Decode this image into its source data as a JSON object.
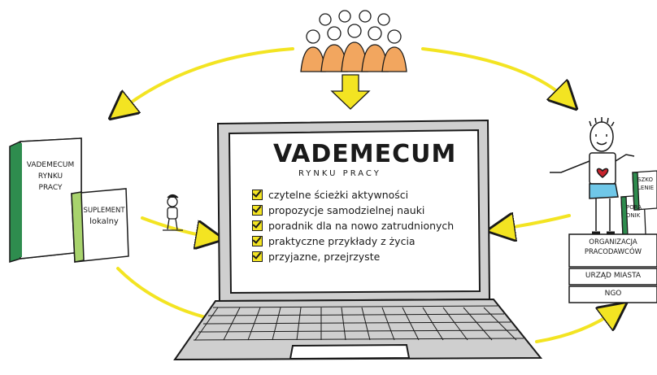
{
  "colors": {
    "arrow_yellow": "#f3e422",
    "people_orange": "#f2a65f",
    "book_green": "#2e8c4e",
    "supplement_green": "#a8d36d",
    "figure_blue": "#6fc7e8",
    "heart_red": "#c8232c",
    "laptop_gray": "#cfcfcf",
    "ink": "#1a1a1a"
  },
  "laptop": {
    "title": "VADEMECUM",
    "subtitle": "RYNKU PRACY",
    "checklist": [
      "czytelne ścieżki aktywności",
      "propozycje samodzielnej nauki",
      "poradnik dla na nowo zatrudnionych",
      "praktyczne przykłady z życia",
      "przyjazne, przejrzyste"
    ]
  },
  "book_main": {
    "lines": [
      "VADEMECUM",
      "RYNKU",
      "PRACY"
    ]
  },
  "book_supplement": {
    "lines": [
      "SUPLEMENT",
      "lokalny"
    ]
  },
  "right_side": {
    "small_book_1": [
      "SZKO",
      "LENIE"
    ],
    "small_book_2": [
      "PORA",
      "DNIK"
    ],
    "org_boxes": [
      "ORGANIZACJA PRACODAWCÓW",
      "URZĄD MIASTA",
      "NGO"
    ]
  },
  "icons": [
    "people-group-icon",
    "down-arrow-icon",
    "stick-figure-icon",
    "presenter-figure-icon",
    "heart-icon",
    "checkbox-icon"
  ]
}
